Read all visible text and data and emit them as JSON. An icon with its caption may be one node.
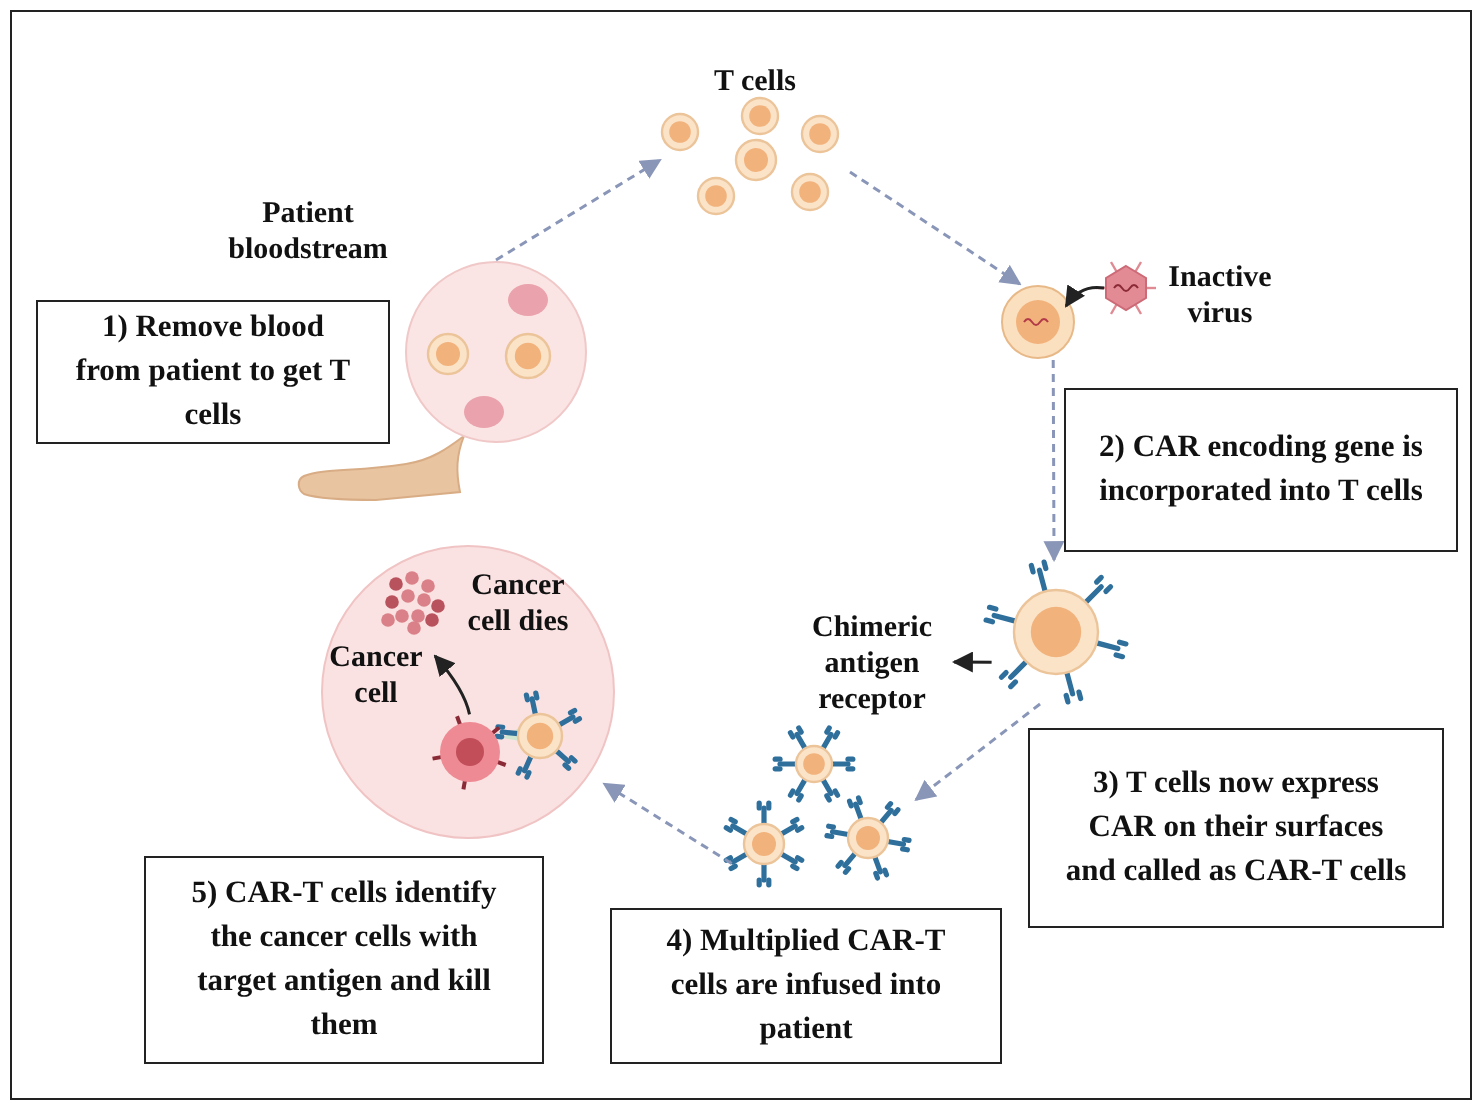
{
  "diagram": {
    "nodes": [
      {
        "text": [],
        "shape": "picture",
        "beside": [
          "Patient bloodstream"
        ]
      },
      {
        "text": [
          "T cells"
        ]
      },
      {
        "text": [],
        "shape": "circle"
      },
      {
        "text": [
          "Inactive virus"
        ]
      },
      {
        "text": [],
        "shape": "picture"
      },
      {
        "text": [
          "Chimeric antigen receptor"
        ]
      },
      {
        "text": [],
        "shape": "picture"
      },
      {
        "text": [],
        "shape": "circle"
      },
      {
        "text": [
          "Cancer cell dies"
        ],
        "in": 7
      },
      {
        "text": [
          "Cancer cell"
        ],
        "in": 7
      },
      {
        "text": [
          "1) Remove blood from patient to get T cells"
        ]
      },
      {
        "text": [
          "2) CAR encoding gene is incorporated into T cells"
        ]
      },
      {
        "text": [
          "3) T cells now express CAR on their surfaces and called as CAR-T cells"
        ]
      },
      {
        "text": [
          "4) Multiplied CAR-T cells are infused into patient"
        ]
      },
      {
        "text": [
          "5) CAR-T cells identify the cancer cells with target antigen and kill them"
        ]
      }
    ],
    "edges": [
      {
        "from": 0,
        "to": 1,
        "arrow": "to",
        "style": "dashed"
      },
      {
        "from": 1,
        "to": 2,
        "arrow": "to",
        "style": "dashed"
      },
      {
        "from": 3,
        "to": 2,
        "arrow": "to",
        "color": "#222222"
      },
      {
        "from": 2,
        "to": 4,
        "arrow": "to",
        "style": "dashed"
      },
      {
        "from": 4,
        "to": 5,
        "arrow": "to",
        "color": "#222222"
      },
      {
        "from": 4,
        "to": 6,
        "arrow": "to",
        "style": "dashed"
      },
      {
        "from": 6,
        "to": 7,
        "arrow": "to",
        "style": "dashed"
      },
      {
        "from": 9,
        "to": 8,
        "arrow": "to",
        "color": "#222222"
      }
    ]
  }
}
